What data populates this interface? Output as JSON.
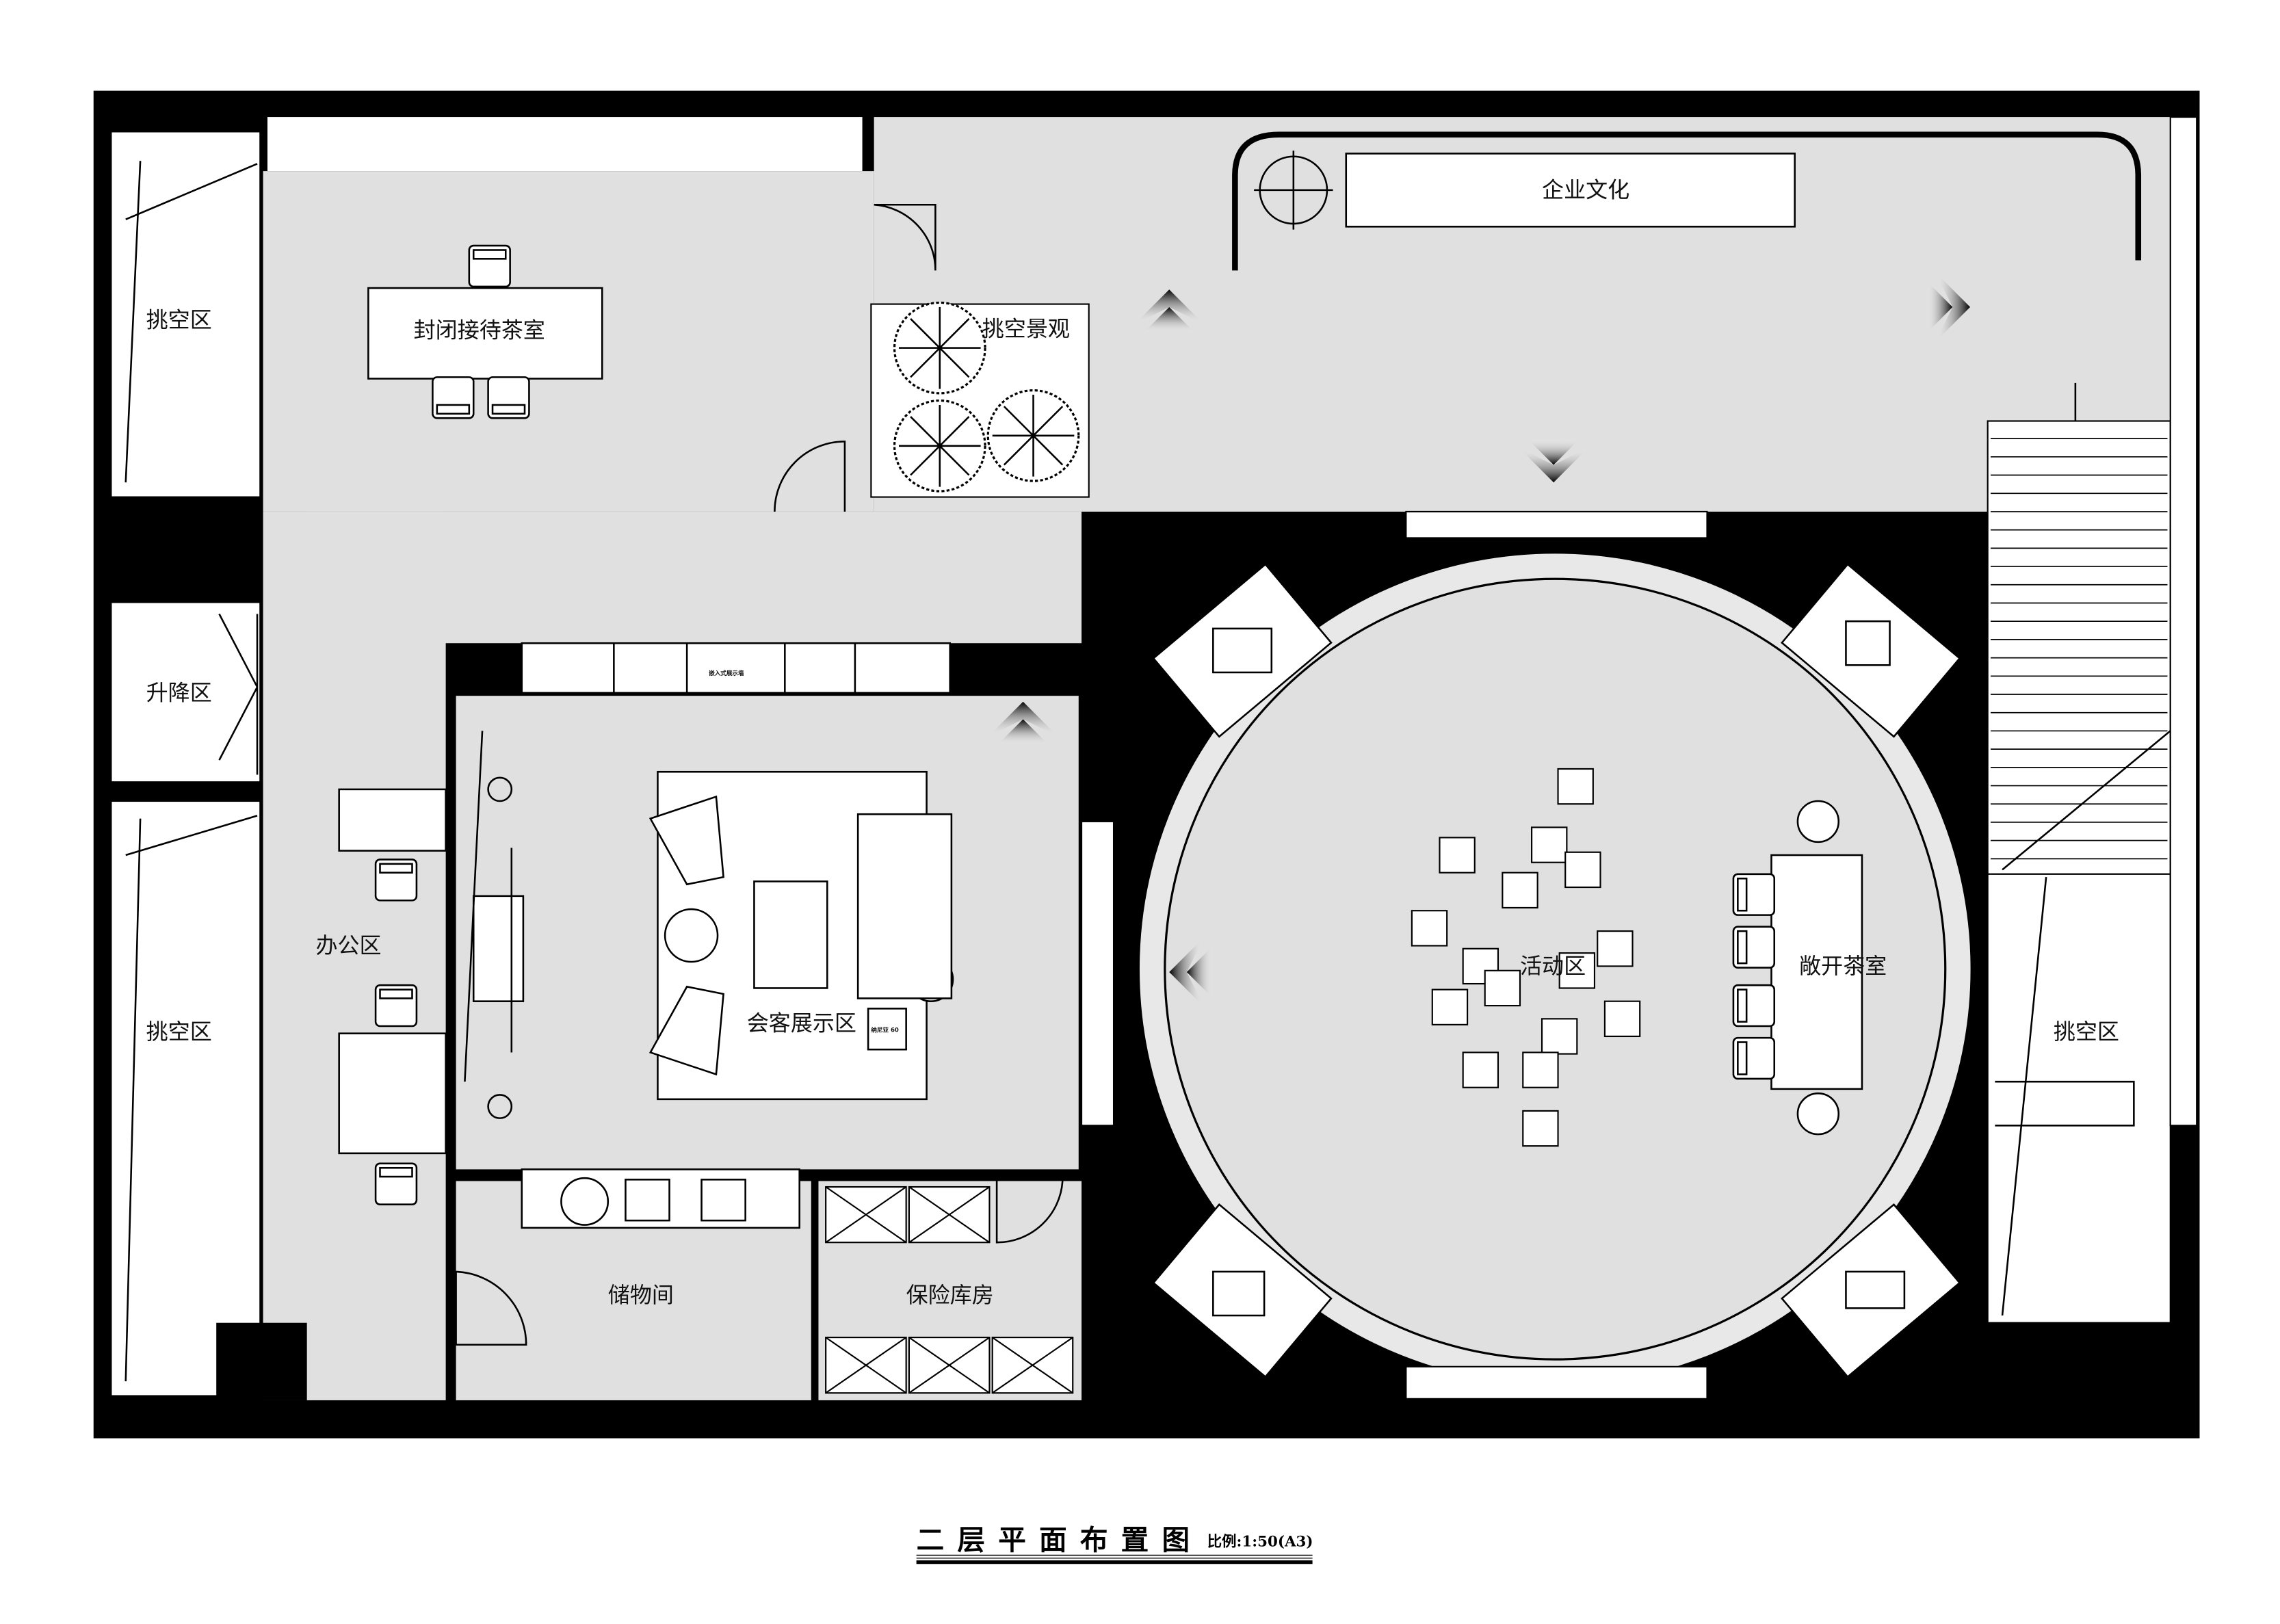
{
  "title": "二层平面布置图",
  "scale": "比例:1:50(A3)",
  "rooms": {
    "void_top_left": "挑空区",
    "closed_tea_room": "封闭接待茶室",
    "void_landscape": "挑空景观",
    "corporate_culture": "企业文化",
    "lift_area": "升降区",
    "office": "办公区",
    "void_bottom_left": "挑空区",
    "reception_display": "会客展示区",
    "activity_area": "活动区",
    "open_tea_room": "敞开茶室",
    "void_right": "挑空区",
    "storage": "储物间",
    "vault": "保险库房"
  },
  "notes": {
    "display_wall": "嵌入式展示墙",
    "small_cabinet": "纳尼亚 60"
  },
  "colors": {
    "floor": "#e0e0e0",
    "wall": "#000000",
    "void": "#ffffff"
  }
}
